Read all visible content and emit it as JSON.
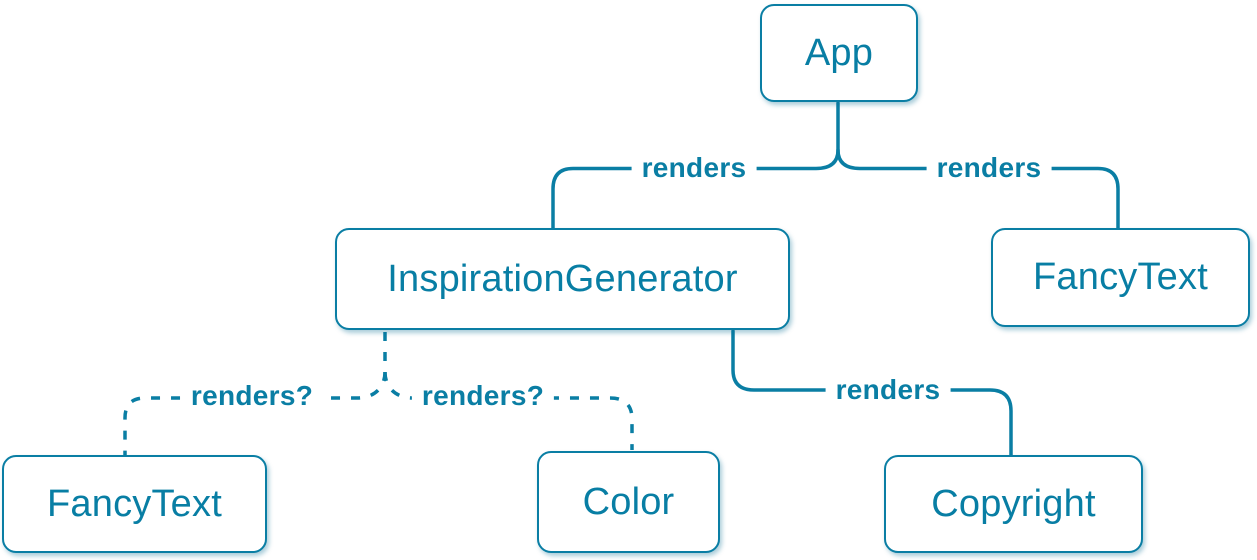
{
  "diagram": {
    "description": "Component render tree",
    "accent_color": "#0a7ea4",
    "background_color": "#ffffff",
    "nodes": [
      {
        "id": "app",
        "label": "App"
      },
      {
        "id": "inspiration-generator",
        "label": "InspirationGenerator"
      },
      {
        "id": "fancy-text-top",
        "label": "FancyText"
      },
      {
        "id": "fancy-text-bottom",
        "label": "FancyText"
      },
      {
        "id": "color",
        "label": "Color"
      },
      {
        "id": "copyright",
        "label": "Copyright"
      }
    ],
    "edges": [
      {
        "from": "App",
        "to": "InspirationGenerator",
        "label": "renders",
        "style": "solid"
      },
      {
        "from": "App",
        "to": "FancyText",
        "label": "renders",
        "style": "solid"
      },
      {
        "from": "InspirationGenerator",
        "to": "FancyText",
        "label": "renders?",
        "style": "dashed"
      },
      {
        "from": "InspirationGenerator",
        "to": "Color",
        "label": "renders?",
        "style": "dashed"
      },
      {
        "from": "InspirationGenerator",
        "to": "Copyright",
        "label": "renders",
        "style": "solid"
      }
    ]
  }
}
